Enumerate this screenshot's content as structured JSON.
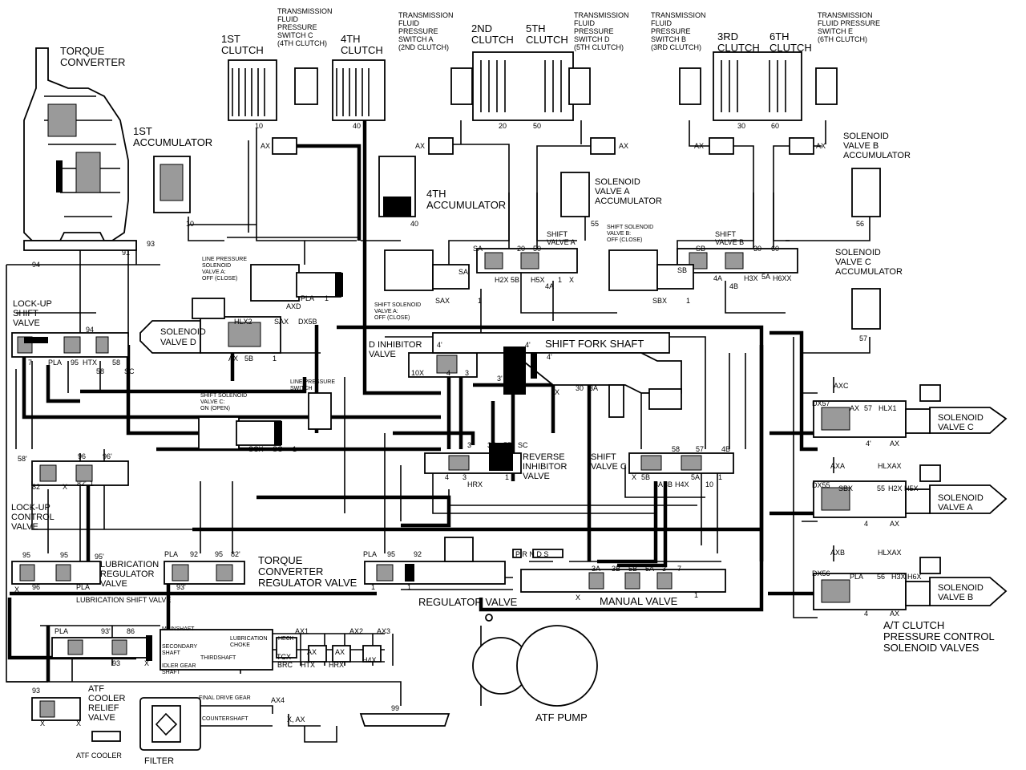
{
  "components": {
    "torque_converter": "TORQUE\nCONVERTER",
    "accumulator_1st": "1ST\nACCUMULATOR",
    "clutch_1st": "1ST\nCLUTCH",
    "switch_c": "TRANSMISSION\nFLUID\nPRESSURE\nSWITCH C\n(4TH CLUTCH)",
    "clutch_4th": "4TH\nCLUTCH",
    "switch_a": "TRANSMISSION\nFLUID\nPRESSURE\nSWITCH A\n(2ND CLUTCH)",
    "clutch_2nd": "2ND\nCLUTCH",
    "clutch_5th": "5TH\nCLUTCH",
    "switch_d": "TRANSMISSION\nFLUID\nPRESSURE\nSWITCH D\n(5TH CLUTCH)",
    "switch_b": "TRANSMISSION\nFLUID\nPRESSURE\nSWITCH B\n(3RD CLUTCH)",
    "clutch_3rd": "3RD\nCLUTCH",
    "clutch_6th": "6TH\nCLUTCH",
    "switch_e": "TRANSMISSION\nFLUID PRESSURE\nSWITCH E\n(6TH CLUTCH)",
    "accumulator_4th": "4TH\nACCUMULATOR",
    "sol_a_acc": "SOLENOID\nVALVE A\nACCUMULATOR",
    "sol_b_acc": "SOLENOID\nVALVE B\nACCUMULATOR",
    "sol_c_acc": "SOLENOID\nVALVE C\nACCUMULATOR",
    "shift_valve_a": "SHIFT\nVALVE A",
    "shift_valve_b": "SHIFT\nVALVE B",
    "shift_valve_c": "SHIFT\nVALVE C",
    "lps_valve_a": "LINE PRESSURE\nSOLENOID\nVALVE A:\nOFF (CLOSE)",
    "ssv_a": "SHIFT SOLENOID\nVALVE A:\nOFF (CLOSE)",
    "ssv_b": "SHIFT SOLENOID\nVALVE B:\nOFF (CLOSE)",
    "ssv_c": "SHIFT SOLENOID\nVALVE C:\nON (OPEN)",
    "lockup_shift": "LOCK-UP\nSHIFT\nVALVE",
    "solenoid_d": "SOLENOID\nVALVE D",
    "lp_switch": "LINE PRESSURE\nSWITCH",
    "d_inhibitor": "D INHIBITOR\nVALVE",
    "shift_fork": "SHIFT FORK SHAFT",
    "reverse_inhibitor": "REVERSE\nINHIBITOR\nVALVE",
    "lockup_control": "LOCK-UP\nCONTROL\nVALVE",
    "lub_regulator": "LUBRICATION\nREGULATOR\nVALVE",
    "lub_shift": "LUBRICATION SHIFT VALVE",
    "tc_regulator": "TORQUE\nCONVERTER\nREGULATOR VALVE",
    "regulator": "REGULATOR VALVE",
    "manual": "MANUAL VALVE",
    "mainshaft": "MAINSHAFT",
    "lub_choke": "LUBRICATION\nCHOKE",
    "check": "HECK",
    "secondary": "SECONDARY\nSHAFT",
    "thirdshaft": "THIRDSHAFT",
    "idler": "IDLER GEAR\nSHAFT",
    "atf_relief": "ATF\nCOOLER\nRELIEF\nVALVE",
    "atf_cooler": "ATF COOLER",
    "filter": "FILTER",
    "final_drive": "FINAL DRIVE GEAR",
    "countershaft": "COUNTERSHAFT",
    "atf_pump": "ATF PUMP",
    "sol_c": "SOLENOID\nVALVE C",
    "sol_a": "SOLENOID\nVALVE A",
    "sol_b": "SOLENOID\nVALVE B",
    "clutch_pc_title": "A/T CLUTCH\nPRESSURE CONTROL\nSOLENOID VALVES",
    "gear_positions": "P R N D S"
  },
  "port_labels": {
    "p10": "10",
    "p40": "40",
    "p20": "20",
    "p50": "50",
    "p30": "30",
    "p60": "60",
    "ax": "AX",
    "p94": "94",
    "p91": "91",
    "p93": "93",
    "p55": "55",
    "p56": "56",
    "p57": "57",
    "sa": "SA",
    "sb": "SB",
    "sax": "SAX",
    "sbx": "SBX",
    "h2x": "H2X",
    "h5x": "H5X",
    "h3x": "H3X",
    "h6x": "H6XX",
    "p5a": "5A",
    "p5b": "5B",
    "p4a": "4A",
    "p4b": "4B",
    "p1": "1",
    "x": "X",
    "pla": "PLA",
    "axd": "AXD",
    "dx5b": "DX5B",
    "hlx2": "HLX2",
    "p7": "7",
    "p95": "95",
    "htx": "HTX",
    "p58": "58",
    "sc": "SC",
    "p4": "4",
    "p4p": "4'",
    "p3": "3",
    "p3p": "3'",
    "p30p": "3C",
    "p3a": "3A",
    "p10x": "10X",
    "hrx": "HRX",
    "scx": "SCX",
    "p58p": "58'",
    "p82": "82",
    "p96": "96",
    "p96p": "96'",
    "p82p": "82'",
    "p95p": "95'",
    "p92": "92",
    "p93p": "93'",
    "p86": "86",
    "p3b": "3B",
    "p5c": "5C",
    "dx57": "DX57",
    "axc": "AXC",
    "hlx1": "HLX1",
    "axa": "AXA",
    "hlxa": "HLXAX",
    "dx55": "DX55",
    "h2x5x": "H2X H5X",
    "axb": "AXB",
    "dx56": "DX56",
    "h3h6": "H3X H6X",
    "tcx": "TCX",
    "brc": "BRC",
    "htx2": "HTX",
    "hrx2": "HRX",
    "h4x": "H4X",
    "ax1": "AX1",
    "ax2": "AX2",
    "ax3": "AX3",
    "ax4": "AX4",
    "x_ax": "X, AX",
    "p99": "99"
  },
  "colors": {
    "line": "#000000",
    "fill": "#ffffff",
    "solid": "#000000"
  }
}
